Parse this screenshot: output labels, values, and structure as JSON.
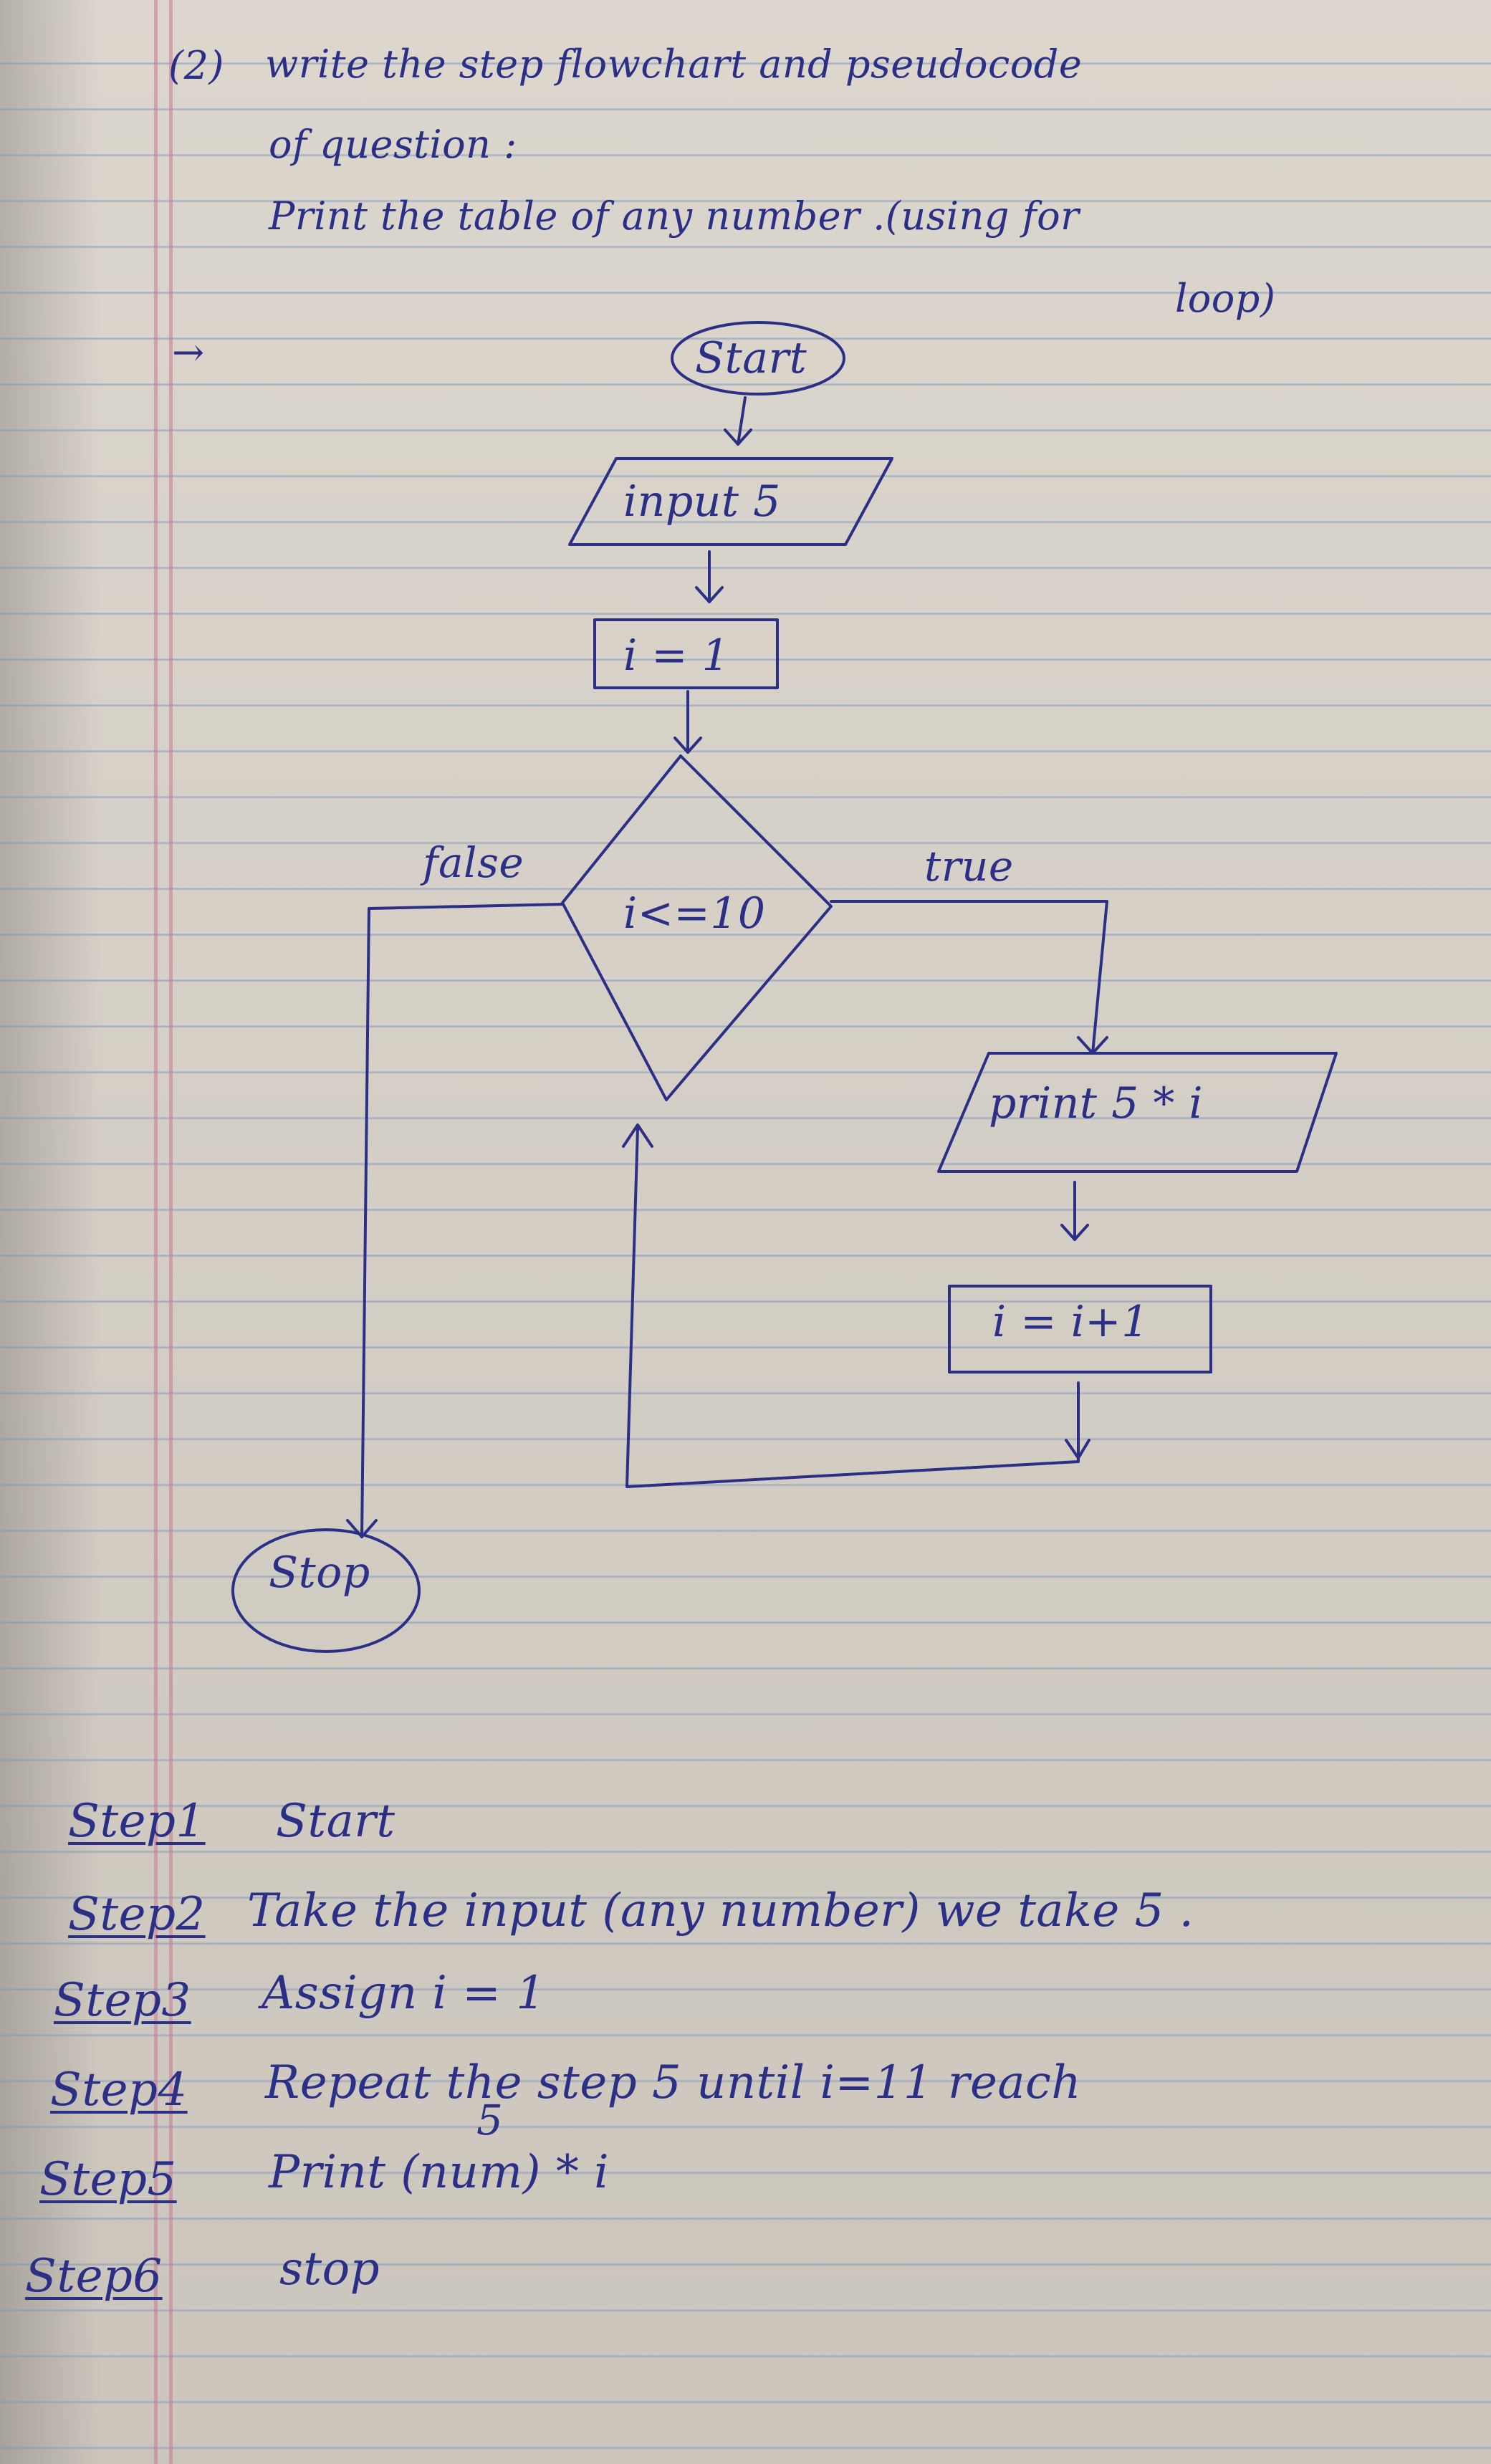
{
  "header": {
    "number": "(2)",
    "line1": "write the step flowchart and pseudocode",
    "line2": "of question :",
    "line3": "Print the table of any number .(using for",
    "line4": "loop)"
  },
  "margin_mark": "→",
  "flowchart": {
    "start": "Start",
    "input": "input 5",
    "init": "i = 1",
    "condition": "i<=10",
    "false_label": "false",
    "true_label": "true",
    "print": "print 5 * i",
    "increment": "i = i+1",
    "stop": "Stop"
  },
  "steps": [
    {
      "label": "Step1",
      "text": "Start"
    },
    {
      "label": "Step2",
      "text": "Take the input (any number) we take 5 ."
    },
    {
      "label": "Step3",
      "text": "Assign i = 1"
    },
    {
      "label": "Step4",
      "text": "Repeat the step 5 until i=11 reach"
    },
    {
      "label": "Step5",
      "text": "Print (num) * i",
      "superscript": "5"
    },
    {
      "label": "Step6",
      "text": "stop"
    }
  ],
  "colors": {
    "ink": "#2c2f86",
    "paper": "#d8d2c8",
    "rule": "#7d96b9",
    "margin": "#c87896"
  }
}
